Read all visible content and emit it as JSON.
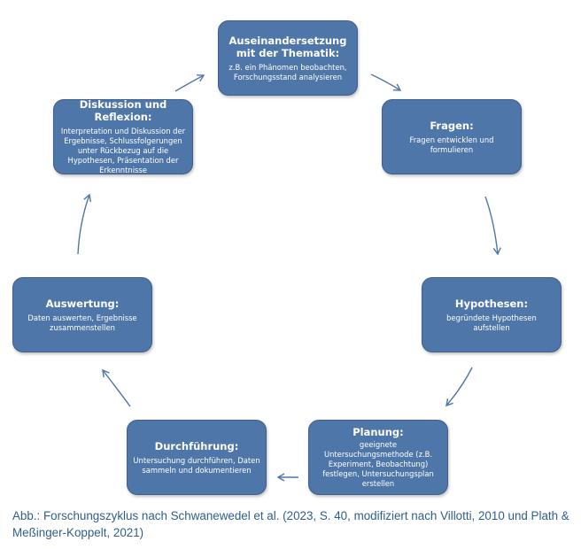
{
  "diagram": {
    "type": "cycle",
    "stages": [
      {
        "id": "auseinander",
        "title": "Auseinandersetzung mit der Thematik:",
        "desc": "z.B. ein Phänomen beobachten, Forschungsstand analysieren"
      },
      {
        "id": "fragen",
        "title": "Fragen:",
        "desc": "Fragen entwicklen und formulieren"
      },
      {
        "id": "hypothesen",
        "title": "Hypothesen:",
        "desc": "begründete Hypothesen aufstellen"
      },
      {
        "id": "planung",
        "title": "Planung:",
        "desc": "geeignete Untersuchungsmethode (z.B. Experiment, Beobachtung) festlegen, Untersuchungsplan erstellen"
      },
      {
        "id": "durchfuehrung",
        "title": "Durchführung:",
        "desc": "Untersuchung durchführen, Daten sammeln und dokumentieren"
      },
      {
        "id": "auswertung",
        "title": "Auswertung:",
        "desc": "Daten auswerten, Ergebnisse zusammenstellen"
      },
      {
        "id": "diskussion",
        "title": "Diskussion und Reflexion:",
        "desc": "Interpretation und Diskussion der Ergebnisse, Schlussfolgerungen unter Rückbezug auf die Hypothesen, Präsentation der Erkenntnisse"
      }
    ],
    "flow": [
      [
        "auseinander",
        "fragen"
      ],
      [
        "fragen",
        "hypothesen"
      ],
      [
        "hypothesen",
        "planung"
      ],
      [
        "planung",
        "durchfuehrung"
      ],
      [
        "durchfuehrung",
        "auswertung"
      ],
      [
        "auswertung",
        "diskussion"
      ],
      [
        "diskussion",
        "auseinander"
      ]
    ],
    "colors": {
      "box_fill": "#4f76a8",
      "box_border": "#3e5f8a",
      "box_text": "#ffffff",
      "arrow": "#4f76a8",
      "caption": "#2e5f8c"
    }
  },
  "caption": "Abb.: Forschungszyklus nach Schwanewedel et al. (2023, S. 40, modifiziert nach Villotti, 2010 und Plath & Meßinger-Koppelt, 2021)"
}
